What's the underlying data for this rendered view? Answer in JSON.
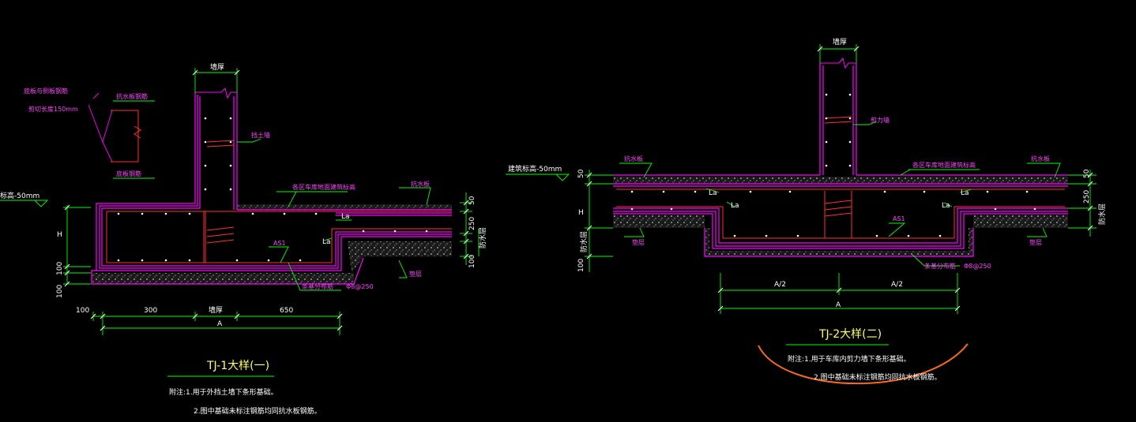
{
  "colors": {
    "background": "#000000",
    "wall": "#ff00ff",
    "rebar": "#ff3030",
    "dimension": "#00ff00",
    "title": "#ffff66",
    "annotation_curve": "#ff6a1a",
    "concrete_fill": "#9a9a9a"
  },
  "detail1": {
    "title": "TJ-1大样(一)",
    "notes": [
      "附注:1.用于外挡土墙下条形基础。",
      "2.图中基础未标注钢筋均同抗水板钢筋。"
    ],
    "labels": {
      "wall_thickness_top": "墙厚",
      "bottom_rebar_label": "底板与侧板钢筋",
      "lap_label": "剪切长度150mm",
      "waterproof_rebar": "抗水板钢筋",
      "bottom_rebar": "底板钢筋",
      "retaining_wall": "挡土墙",
      "finish_floor": "各区车库地面建筑标高",
      "waterproof_board": "抗水板",
      "elevation": "标高-50mm",
      "la_1": "La",
      "la_2": "La",
      "as1": "AS1",
      "distribution_bar": "条基分布筋",
      "bar_spec": "Φ8@250",
      "cushion": "垫层",
      "waterproof_thickness": "防水层"
    },
    "dims": {
      "h": "H",
      "d50": "50",
      "d250": "250",
      "d100_right": "100",
      "d100_left": "100",
      "d100_bottom": "100",
      "seg_100": "100",
      "seg_300": "300",
      "seg_wall": "墙厚",
      "seg_650": "650",
      "total": "A"
    }
  },
  "detail2": {
    "title": "TJ-2大样(二)",
    "notes": [
      "附注:1.用于车库内剪力墙下条形基础。",
      "2.图中基础未标注钢筋均同抗水板钢筋。"
    ],
    "labels": {
      "wall_thickness_top": "墙厚",
      "shear_wall": "剪力墙",
      "elevation": "建筑标高-50mm",
      "waterproof_left": "抗水板",
      "waterproof_right": "抗水板",
      "finish_floor": "各区车库地面建筑标高",
      "la_1": "La",
      "la_2": "La",
      "la_3": "La",
      "la_4": "La",
      "as1": "AS1",
      "cushion_left": "垫层",
      "cushion_right": "垫层",
      "distribution_bar": "条基分布筋",
      "bar_spec": "Φ8@250",
      "waterproof_thickness_left": "防水层",
      "waterproof_thickness_right": "防水层"
    },
    "dims": {
      "h": "H",
      "d50_left": "50",
      "d100_left": "100",
      "d50_right": "50",
      "d250_right": "250",
      "half_left": "A/2",
      "half_right": "A/2",
      "total": "A"
    }
  }
}
